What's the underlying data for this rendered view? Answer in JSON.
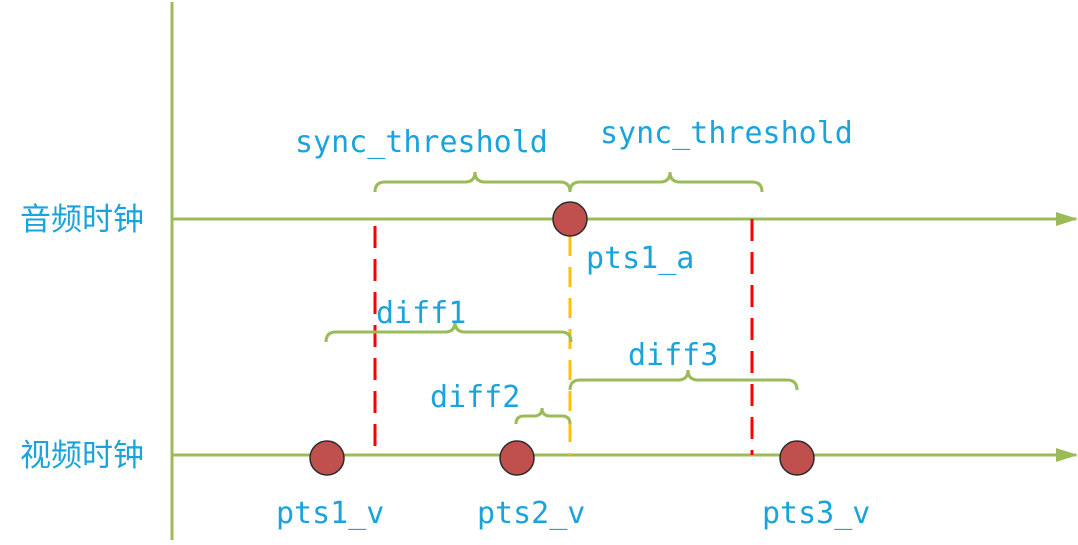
{
  "axis_labels": {
    "audio": "音频时钟",
    "video": "视频时钟"
  },
  "threshold_labels": {
    "left": "sync_threshold",
    "right": "sync_threshold"
  },
  "point_labels": {
    "pts1_a": "pts1_a",
    "pts1_v": "pts1_v",
    "pts2_v": "pts2_v",
    "pts3_v": "pts3_v"
  },
  "diff_labels": {
    "diff1": "diff1",
    "diff2": "diff2",
    "diff3": "diff3"
  },
  "colors": {
    "axis": "#9bbb59",
    "text": "#1aa3dc",
    "point_fill": "#c0504d",
    "point_stroke": "#2b2b2b",
    "threshold_line": "#ff0000",
    "ref_line": "#ffc000"
  }
}
